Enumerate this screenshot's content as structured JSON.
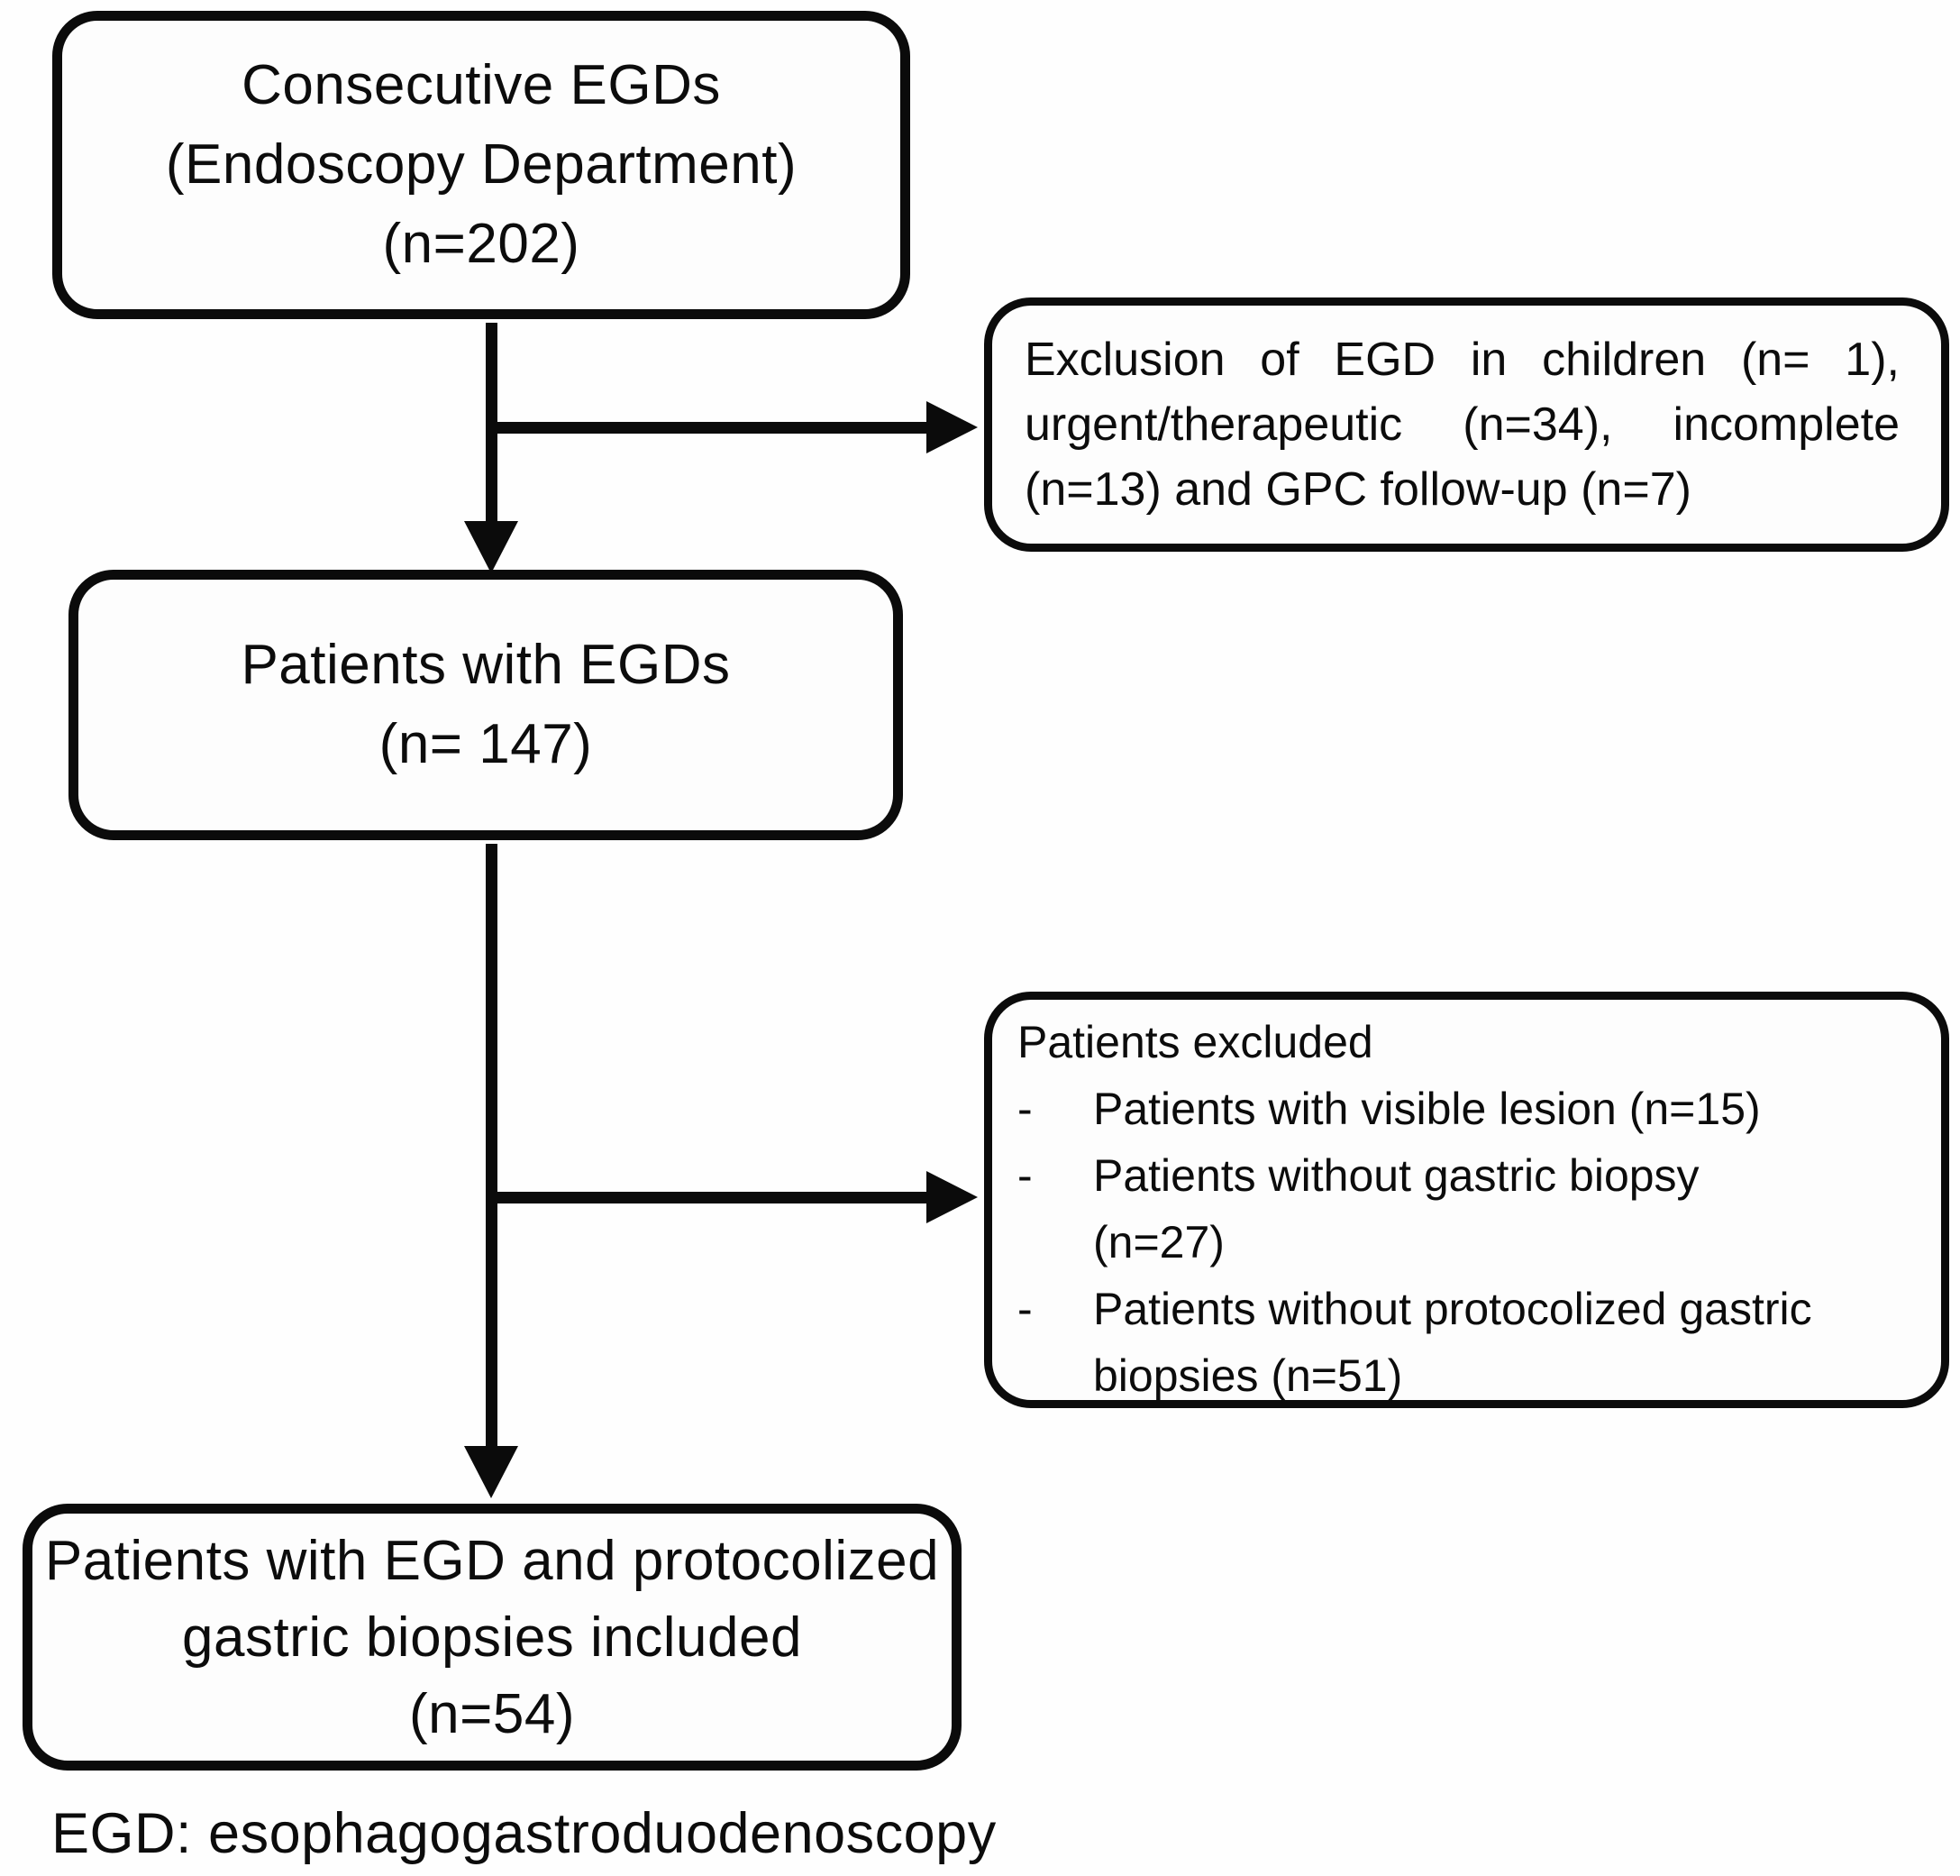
{
  "colors": {
    "ink": "#0b0b0b",
    "background": "#fefefe"
  },
  "nodes": {
    "consecutive_egds": {
      "text": "Consecutive EGDs\n(Endoscopy Department)\n(n=202)"
    },
    "exclusion_egd": {
      "lines": [
        "Exclusion of EGD in children (n= 1),",
        "urgent/therapeutic (n=34), incomplete",
        "(n=13) and GPC follow-up (n=7)"
      ]
    },
    "patients_with_egds": {
      "text": "Patients with EGDs\n(n= 147)"
    },
    "patients_excluded": {
      "title": "Patients excluded",
      "bullet_marker": "-",
      "items": [
        "Patients with visible lesion (n=15)",
        "Patients without gastric biopsy\n(n=27)",
        "Patients without protocolized gastric\nbiopsies (n=51)"
      ]
    },
    "patients_included": {
      "text": "Patients with EGD and protocolized\ngastric biopsies included\n(n=54)"
    }
  },
  "edges": [
    {
      "from": "consecutive_egds",
      "to": "patients_with_egds",
      "type": "down-arrow"
    },
    {
      "from": "consecutive_egds",
      "to": "exclusion_egd",
      "type": "right-branch-arrow"
    },
    {
      "from": "patients_with_egds",
      "to": "patients_included",
      "type": "down-arrow"
    },
    {
      "from": "patients_with_egds",
      "to": "patients_excluded",
      "type": "right-branch-arrow"
    }
  ],
  "footnote": "EGD: esophagogastroduodenoscopy"
}
